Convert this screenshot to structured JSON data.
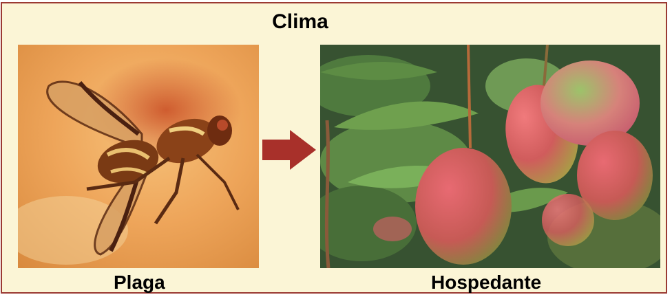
{
  "title": "Clima",
  "pest": {
    "caption": "Plaga",
    "icon": "fruit-fly-photo"
  },
  "host": {
    "caption": "Hospedante",
    "icon": "mango-tree-photo"
  },
  "arrow": {
    "icon": "arrow-right-icon",
    "color": "#a8302a"
  },
  "colors": {
    "frame_border": "#9b3a33",
    "frame_background": "#fbf5d6"
  }
}
